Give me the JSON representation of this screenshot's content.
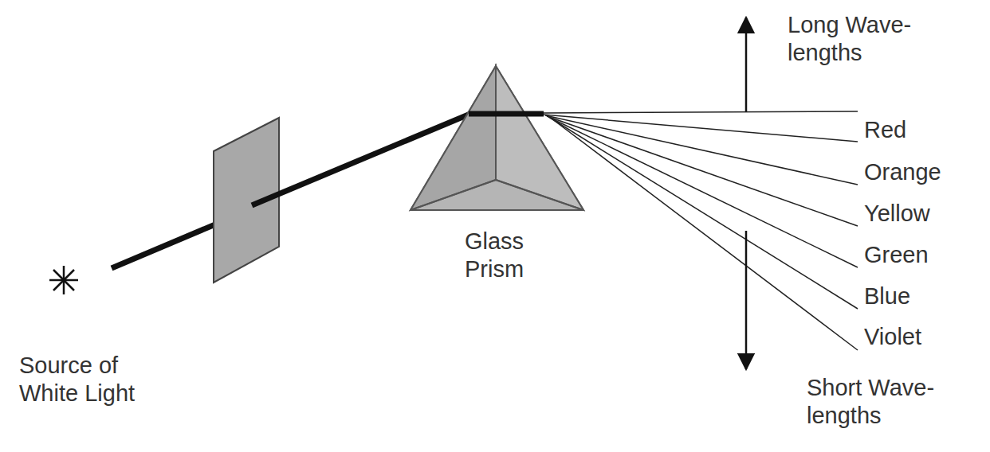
{
  "diagram": {
    "labels": [
      "Long Wave- lengths",
      "Red",
      "Orange",
      "Yellow",
      "Green",
      "Blue",
      "Violet",
      "Short Wave- lengths",
      "Glass Prism",
      "Source of White Light"
    ]
  }
}
